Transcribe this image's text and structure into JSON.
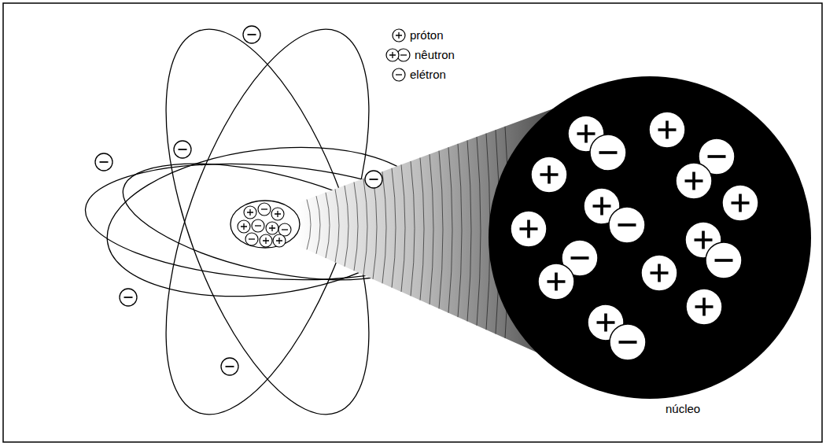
{
  "diagram": {
    "labels": [
      "núcleo"
    ],
    "legend": [
      {
        "text": "próton"
      },
      {
        "text": "nêutron"
      },
      {
        "text": "elétron"
      }
    ]
  }
}
